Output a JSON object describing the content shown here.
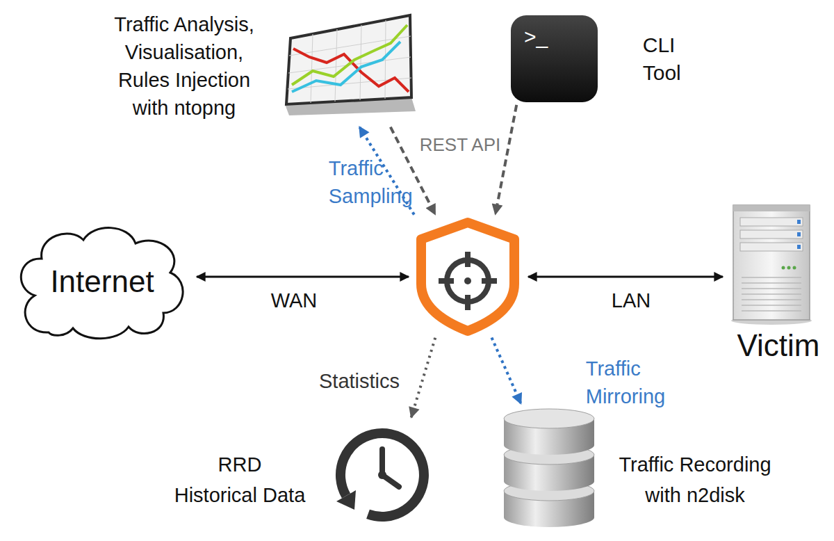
{
  "diagram": {
    "nodes": [
      {
        "text": [
          "Traffic Analysis, Visualisation, Rules Injection with ntopng"
        ]
      },
      {
        "text": [
          ">_",
          "CLI Tool"
        ]
      },
      {
        "text": [
          "Internet"
        ]
      },
      {
        "text": []
      },
      {
        "text": [
          "Victim"
        ]
      },
      {
        "text": [
          "RRD Historical Data"
        ]
      },
      {
        "text": [
          "Traffic Recording with n2disk"
        ]
      }
    ],
    "edges": [
      {
        "from": 3,
        "to": 0,
        "label": "Traffic Sampling",
        "arrow": "to"
      },
      {
        "from": 0,
        "to": 3,
        "arrow": "to"
      },
      {
        "from": 1,
        "to": 3,
        "arrow": "to"
      },
      {
        "from": 2,
        "to": 3,
        "label": "WAN",
        "arrow": "both"
      },
      {
        "from": 3,
        "to": 4,
        "label": "LAN",
        "arrow": "both"
      },
      {
        "from": 3,
        "to": 5,
        "label": "Statistics",
        "arrow": "to"
      },
      {
        "from": 3,
        "to": 6,
        "label": "Traffic Mirroring",
        "arrow": "to"
      }
    ],
    "labels": [
      "REST API"
    ]
  }
}
